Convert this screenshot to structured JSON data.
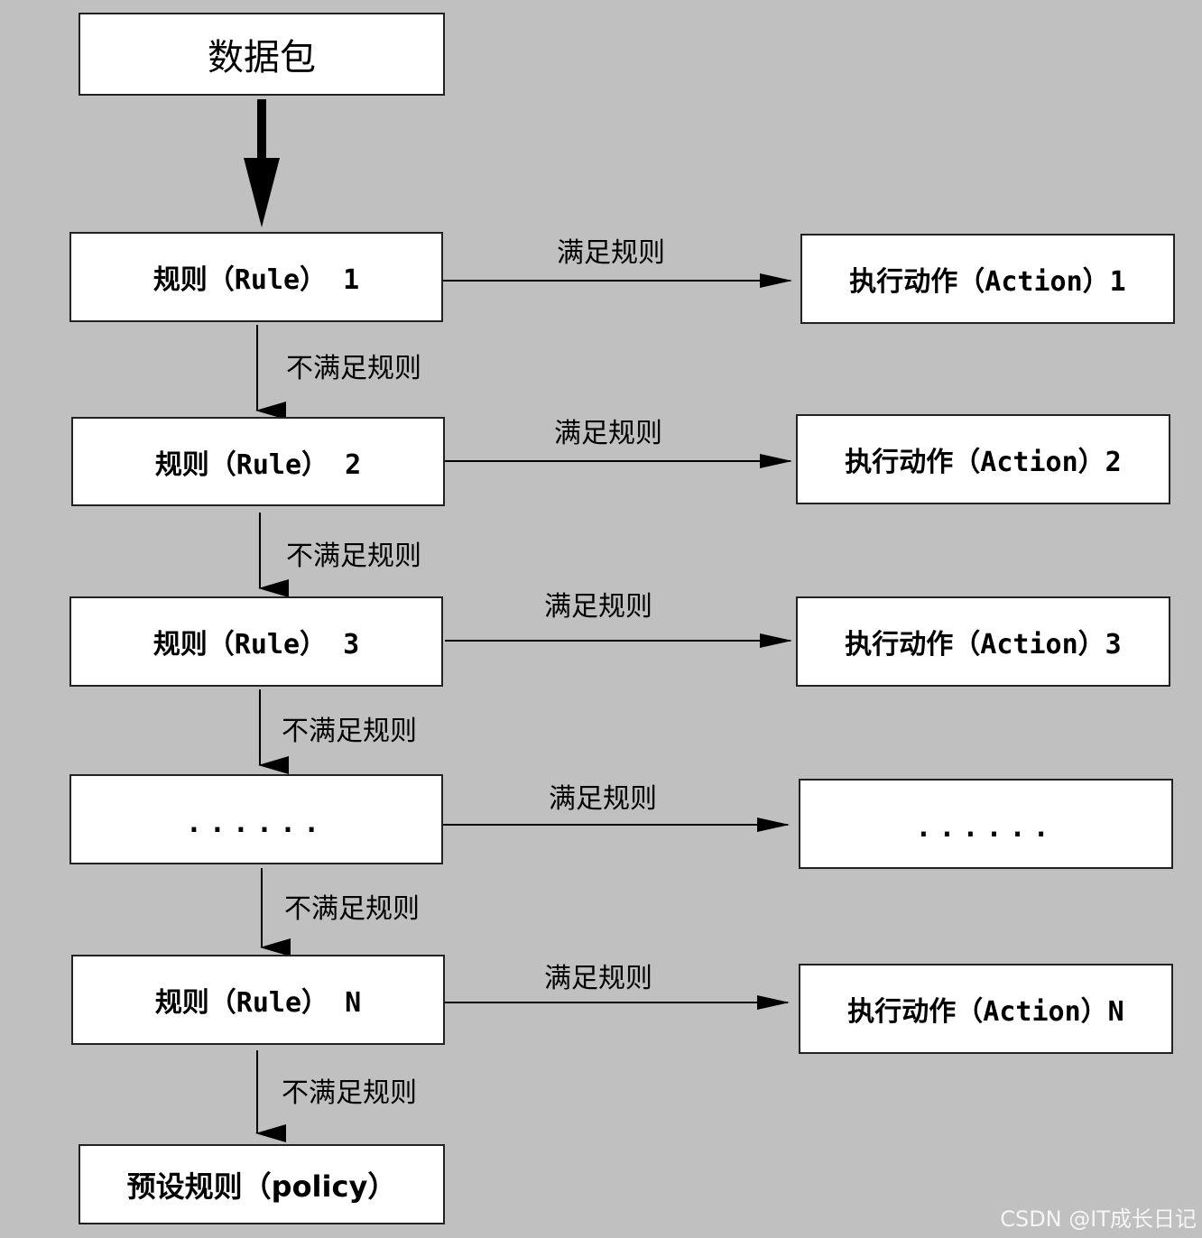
{
  "start": {
    "label": "数据包"
  },
  "rules": [
    {
      "label": "规则（Rule） 1",
      "action": "执行动作（Action）1"
    },
    {
      "label": "规则（Rule） 2",
      "action": "执行动作（Action）2"
    },
    {
      "label": "规则（Rule） 3",
      "action": "执行动作（Action）3"
    },
    {
      "label": "......",
      "action": "......"
    },
    {
      "label": "规则（Rule） N",
      "action": "执行动作（Action）N"
    }
  ],
  "policy": {
    "label": "预设规则（policy）"
  },
  "edge_labels": {
    "match": "满足规则",
    "no_match": "不满足规则"
  },
  "watermark": "CSDN @IT成长日记",
  "colors": {
    "background": "#c0c0c0",
    "box_fill": "#ffffff",
    "line": "#000000"
  }
}
